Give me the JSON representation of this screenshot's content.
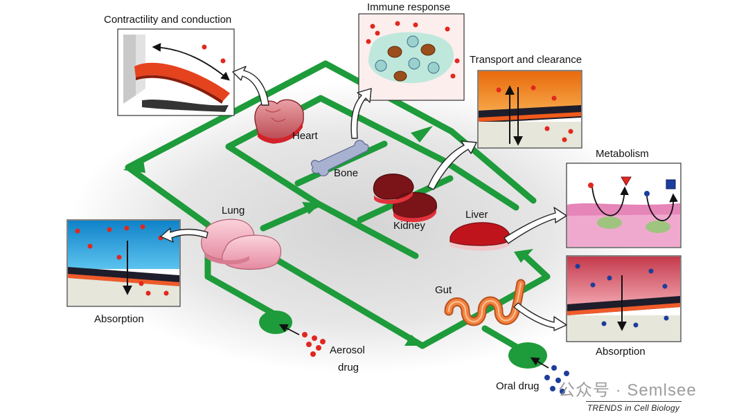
{
  "labels": {
    "contractility": "Contractility and conduction",
    "immune": "Immune response",
    "transport": "Transport and clearance",
    "metabolism": "Metabolism",
    "heart": "Heart",
    "bone": "Bone",
    "kidney": "Kidney",
    "liver": "Liver",
    "lung": "Lung",
    "gut": "Gut",
    "absorption_lung": "Absorption",
    "absorption_gut": "Absorption",
    "aerosol_line1": "Aerosol",
    "aerosol_line2": "drug",
    "oral": "Oral drug"
  },
  "footer": "TRENDS in Cell Biology",
  "watermark": "公众号 · Semlsee",
  "colors": {
    "flow": "#1e9b3a",
    "drug_red": "#e0281e",
    "drug_blue": "#1c3d9c",
    "heart": "#c4575f",
    "kidney": "#7a1418",
    "liver": "#c0141d",
    "lung": "#f2a3b6",
    "gut": "#f07a3a",
    "bone": "#8a94b8"
  }
}
